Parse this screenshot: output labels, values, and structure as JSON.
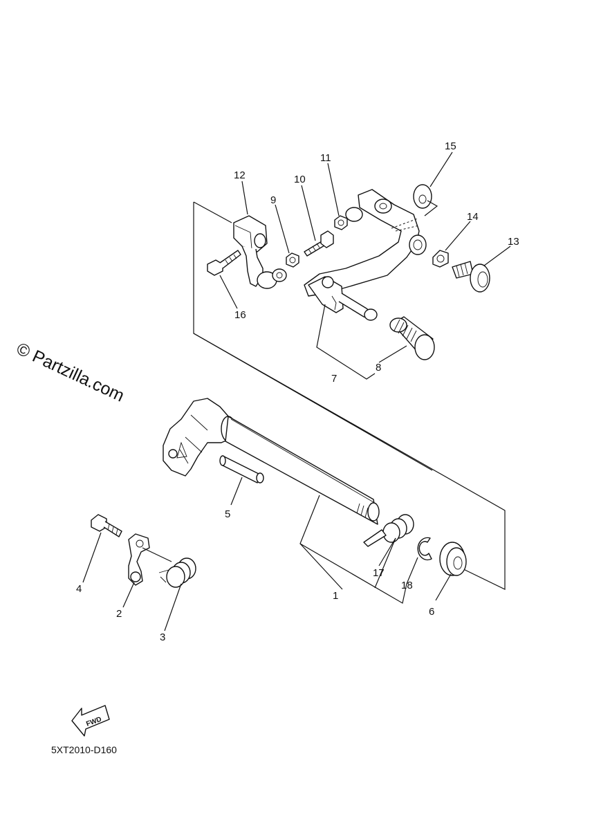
{
  "diagram": {
    "watermark": "© Partzilla.com",
    "diagram_code": "5XT2010-D160",
    "fwd_label": "FWD",
    "part_callouts": [
      "1",
      "2",
      "3",
      "4",
      "5",
      "6",
      "7",
      "8",
      "9",
      "10",
      "11",
      "12",
      "13",
      "14",
      "15",
      "16",
      "17",
      "18"
    ]
  }
}
